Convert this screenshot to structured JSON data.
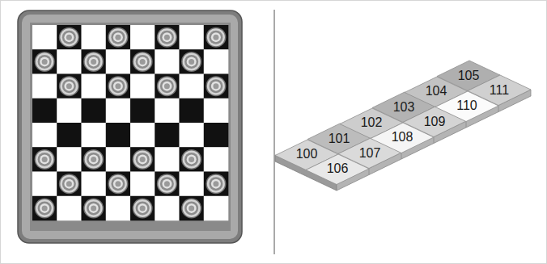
{
  "diagram": {
    "nodes": [
      {
        "text": [
          "100"
        ]
      },
      {
        "text": [
          "101"
        ]
      },
      {
        "text": [
          "102"
        ]
      },
      {
        "text": [
          "103"
        ]
      },
      {
        "text": [
          "104"
        ]
      },
      {
        "text": [
          "105"
        ]
      },
      {
        "text": [
          "106"
        ]
      },
      {
        "text": [
          "107"
        ]
      },
      {
        "text": [
          "108"
        ]
      },
      {
        "text": [
          "109"
        ]
      },
      {
        "text": [
          "110"
        ]
      },
      {
        "text": [
          "111"
        ]
      }
    ]
  }
}
